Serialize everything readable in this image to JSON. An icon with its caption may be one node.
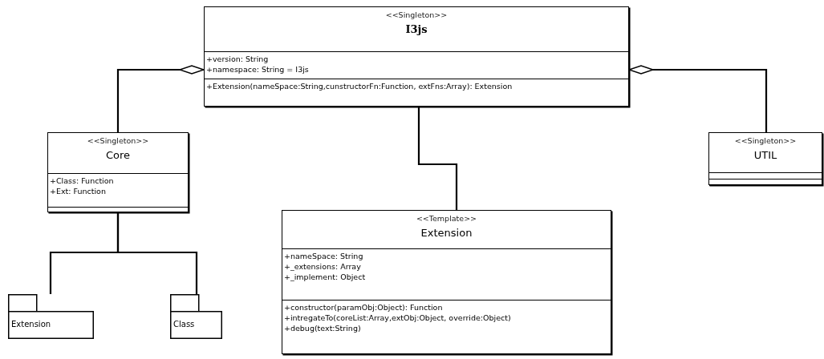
{
  "diagram": {
    "nodes": [
      {
        "text": [
          "<<Singleton>>",
          "I3js",
          "+version: String",
          "+namespace: String = I3js",
          "+Extension(nameSpace:String,cunstructorFn:Function, extFns:Array): Extension"
        ]
      },
      {
        "text": [
          "<<Singleton>>",
          "Core",
          "+Class: Function",
          "+Ext: Function"
        ]
      },
      {
        "text": [
          "<<Singleton>>",
          "UTIL"
        ]
      },
      {
        "text": [
          "<<Template>>",
          "Extension",
          "+nameSpace: String",
          "+_extensions: Array",
          "+_implement: Object",
          "+constructor(paramObj:Object): Function",
          "+intregateTo(coreList:Array,extObj:Object, override:Object)",
          "+debug(text:String)"
        ]
      },
      {
        "text": [
          "Extension"
        ]
      },
      {
        "text": [
          "Class"
        ]
      }
    ],
    "edges": [
      {
        "from": 1,
        "to": 0,
        "arrow": "other"
      },
      {
        "from": 2,
        "to": 0,
        "arrow": "other"
      },
      {
        "from": 0,
        "to": 3,
        "arrow": "none"
      },
      {
        "from": 1,
        "to": 4,
        "arrow": "none"
      },
      {
        "from": 1,
        "to": 5,
        "arrow": "none"
      }
    ]
  }
}
